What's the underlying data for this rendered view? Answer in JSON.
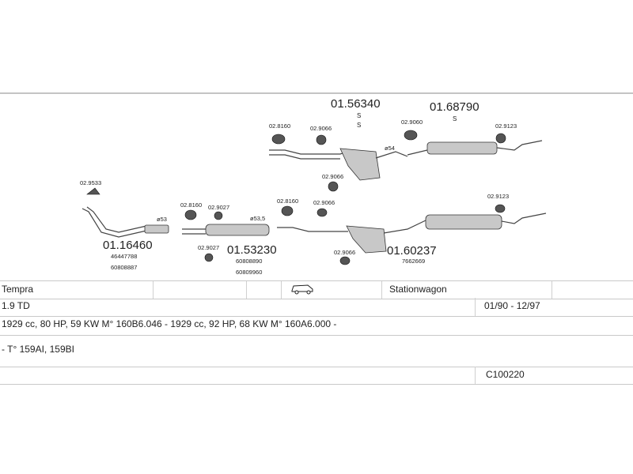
{
  "diagram": {
    "parts_top": {
      "code_1": "01.56340",
      "code_1_sub1": "S",
      "code_1_sub2": "S",
      "code_2": "01.68790",
      "code_2_sub": "S",
      "clamp_a": "02.8160",
      "clamp_b": "02.9066",
      "clamp_c": "02.9060",
      "clamp_d": "02.9123",
      "clamp_e": "02.9066",
      "dim_54": "ø54"
    },
    "parts_bottom": {
      "hanger_left": "02.9533",
      "code_front": "01.16460",
      "front_ref1": "46447788",
      "front_ref2": "60808887",
      "dim_53": "ø53",
      "clamp_f": "02.8160",
      "clamp_g": "02.9027",
      "clamp_h": "02.9027",
      "code_mid": "01.53230",
      "mid_ref1": "60808890",
      "mid_ref2": "60809960",
      "dim_535": "ø53,5",
      "clamp_i": "02.8160",
      "clamp_j": "02.9066",
      "clamp_k": "02.9066",
      "code_rear": "01.60237",
      "rear_ref": "7662669",
      "clamp_l": "02.9123"
    }
  },
  "table": {
    "model": "Tempra",
    "body": "Stationwagon",
    "engine": "1.9 TD",
    "years": "01/90 - 12/97",
    "spec": "1929 cc, 80 HP, 59 KW M° 160B6.046 - 1929 cc, 92 HP, 68 KW M° 160A6.000 -",
    "type": "- T° 159AI, 159BI",
    "catalog_code": "C100220"
  }
}
